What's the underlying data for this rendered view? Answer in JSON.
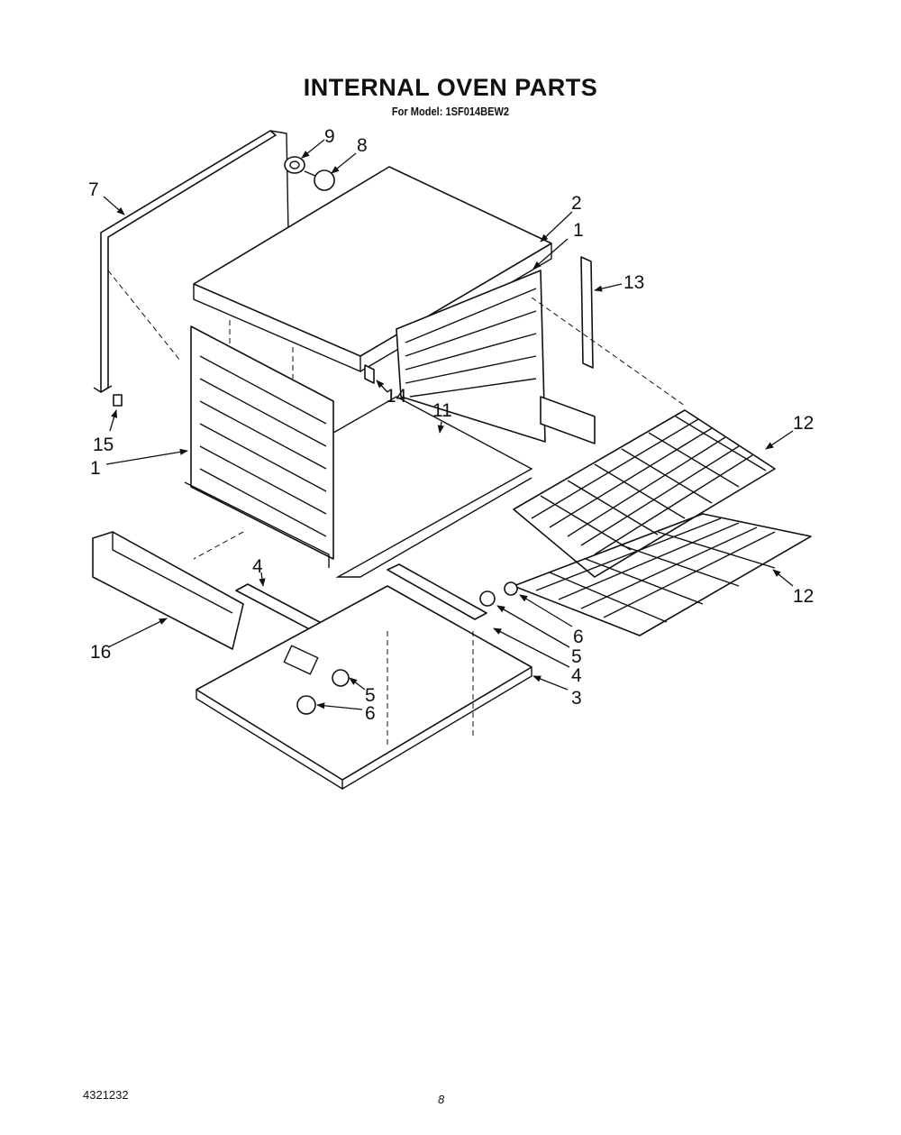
{
  "header": {
    "title": "INTERNAL OVEN PARTS",
    "subtitle": "For Model: 1SF014BEW2"
  },
  "callouts": [
    {
      "part": "9"
    },
    {
      "part": "8"
    },
    {
      "part": "7"
    },
    {
      "part": "2"
    },
    {
      "part": "1"
    },
    {
      "part": "13"
    },
    {
      "part": "14"
    },
    {
      "part": "11"
    },
    {
      "part": "12"
    },
    {
      "part": "15"
    },
    {
      "part": "1"
    },
    {
      "part": "4"
    },
    {
      "part": "12"
    },
    {
      "part": "6"
    },
    {
      "part": "5"
    },
    {
      "part": "16"
    },
    {
      "part": "4"
    },
    {
      "part": "3"
    },
    {
      "part": "5"
    },
    {
      "part": "6"
    }
  ],
  "footer": {
    "document_number": "4321232",
    "page_number": "8"
  }
}
